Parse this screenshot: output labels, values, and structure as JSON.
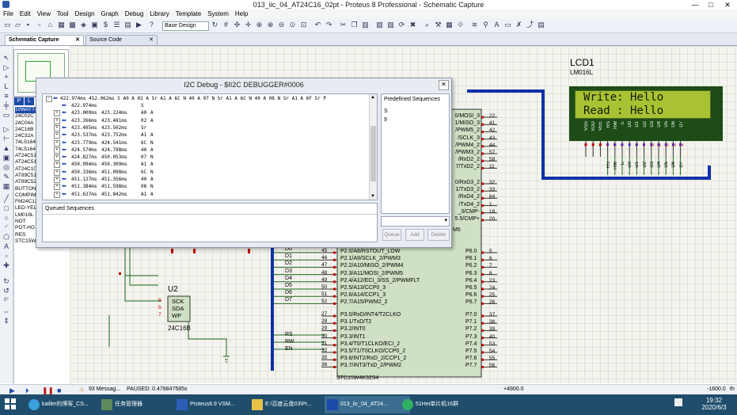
{
  "window": {
    "title": "013_iic_04_AT24C16_02pt - Proteus 8 Professional - Schematic Capture",
    "minimize": "—",
    "maximize": "□",
    "close": "✕"
  },
  "menu": [
    "File",
    "Edit",
    "View",
    "Tool",
    "Design",
    "Graph",
    "Debug",
    "Library",
    "Template",
    "System",
    "Help"
  ],
  "toolbar": {
    "design_combo": "Base Design"
  },
  "tabs": [
    {
      "label": "Schematic Capture",
      "active": true
    },
    {
      "label": "Source Code",
      "active": false
    }
  ],
  "device_panel": {
    "mode_p": "P",
    "mode_l": "L",
    "devices": [
      "10WATT4",
      "24C02C",
      "24C04A",
      "24C16B",
      "24C32A",
      "74LS164",
      "74LS164",
      "AT24C51",
      "AT24C51",
      "AT24C10",
      "AT89C51",
      "AT89C52",
      "BUTTON",
      "COMPIM",
      "FM24C12",
      "LED-YELL",
      "LM016L",
      "NOT",
      "POT-HG",
      "RES",
      "STC15W4"
    ],
    "selected_index": 0
  },
  "left_tool_label": "0°",
  "i2c_dialog": {
    "title": "I2C Debug - $II2C DEBUGGER#0006",
    "header_line": "422.974ms 452.062ms S A0 A 02 A Sr A1 A 6C N 40 A 07 N Sr A1 A 6C N 40 A 08 N Sr A1 A 6F Sr P",
    "rows": [
      {
        "t1": "422.974ms",
        "t2": "",
        "code": "S",
        "ack": ""
      },
      {
        "t1": "423.009ms",
        "t2": "423.224ms",
        "code": "A0",
        "ack": "A"
      },
      {
        "t1": "423.266ms",
        "t2": "423.481ms",
        "code": "02",
        "ack": "A"
      },
      {
        "t1": "423.495ms",
        "t2": "423.502ms",
        "code": "Sr",
        "ack": ""
      },
      {
        "t1": "423.537ms",
        "t2": "423.752ms",
        "code": "A1",
        "ack": "A"
      },
      {
        "t1": "423.779ms",
        "t2": "424.541ms",
        "code": "6C",
        "ack": "N"
      },
      {
        "t1": "424.570ms",
        "t2": "424.798ms",
        "code": "40",
        "ack": "A"
      },
      {
        "t1": "424.827ms",
        "t2": "450.053ms",
        "code": "07",
        "ack": "N"
      },
      {
        "t1": "450.094ms",
        "t2": "450.309ms",
        "code": "A1",
        "ack": "A"
      },
      {
        "t1": "450.336ms",
        "t2": "451.098ms",
        "code": "6C",
        "ack": "N"
      },
      {
        "t1": "451.127ms",
        "t2": "451.356ms",
        "code": "40",
        "ack": "A"
      },
      {
        "t1": "451.384ms",
        "t2": "451.598ms",
        "code": "08",
        "ack": "N"
      },
      {
        "t1": "451.627ms",
        "t2": "451.842ms",
        "code": "A1",
        "ack": "A"
      }
    ],
    "queued_label": "Queued Sequences",
    "predefined_label": "Predefined Sequences",
    "predefined_items": [
      "S",
      "9"
    ],
    "buttons": {
      "queue": "Queue",
      "add": "Add",
      "delete": "Delete"
    }
  },
  "lcd": {
    "ref": "LCD1",
    "part": "LM016L",
    "line1": "Write: Hello",
    "line2": "Read : Hello",
    "pins_top": [
      "VSS",
      "VDD",
      "VEE",
      "RS",
      "RW",
      "E",
      "D0",
      "D1",
      "D2",
      "D3",
      "D4",
      "D5",
      "D6",
      "D7"
    ],
    "pin_nums": [
      "1",
      "2",
      "3",
      "4",
      "5",
      "6",
      "7",
      "8",
      "9",
      "10",
      "11",
      "12",
      "13",
      "14"
    ]
  },
  "mcu": {
    "part_label": "STC15W4K32S4",
    "frag_m6": "M6",
    "right_labels_top": [
      "0/MOSI_3",
      "1/MISO_3",
      "/PWM5_2",
      "/SCLK_3",
      "/PWM4_2",
      "/PWM3_2",
      "/RxD2_2",
      "7/TxD2_2"
    ],
    "right_nums_top": [
      "22",
      "41",
      "42",
      "43",
      "44",
      "57",
      "58",
      "11"
    ],
    "right_labels_mid": [
      "0/RxD3_2",
      "1/TxD3_2",
      "/RxD4_2",
      "/TxD4_2",
      "_3/CMP-",
      "5.5/CMP+"
    ],
    "right_nums_mid": [
      "32",
      "33",
      "64",
      "1",
      "18",
      "20"
    ],
    "left_labels_p2": [
      "P2.0/A8/RSTOUT_LOW",
      "P2.1/A9/SCLK_2/PWM3",
      "P2.2/A10/MISO_2/PWM4",
      "P2.3/A11/MOSI_2/PWM5",
      "P2.4/A12/ECI_3/SS_2/PWMFLT",
      "P2.5/A13/CCP0_3",
      "P2.6/A14/CCP1_3",
      "P2.7/A15/PWM2_2"
    ],
    "left_nums_p2": [
      "45",
      "46",
      "47",
      "48",
      "49",
      "50",
      "51",
      "52"
    ],
    "nets_p2": [
      "D0",
      "D1",
      "D2",
      "D3",
      "D4",
      "D5",
      "D6",
      "D7"
    ],
    "left_labels_p3": [
      "P3.0/RxD/INT4/T2CLKO",
      "P3.1/TxD/T2",
      "P3.2/INT0",
      "P3.3/INT1",
      "P3.4/T0/T1CLKO/ECI_2",
      "P3.5/T1/T0CLKO/CCP0_2",
      "P3.6/INT2/RxD_2/CCP1_2",
      "P3.7/INT3/TxD_2/PWM2"
    ],
    "left_nums_p3": [
      "27",
      "28",
      "29",
      "30",
      "31",
      "32",
      "35",
      "36"
    ],
    "nets_p3": [
      "",
      "",
      "",
      "RS",
      "RW",
      "EN",
      "",
      ""
    ],
    "right_labels_p6": [
      "P6.0",
      "P6.1",
      "P6.2",
      "P6.3",
      "P6.4",
      "P6.5",
      "P6.6",
      "P6.7"
    ],
    "right_nums_p6": [
      "5",
      "6",
      "7",
      "8",
      "23",
      "24",
      "25",
      "26"
    ],
    "right_labels_p7": [
      "P7.0",
      "P7.1",
      "P7.2",
      "P7.3",
      "P7.4",
      "P7.5",
      "P7.6",
      "P7.7"
    ],
    "right_nums_p7": [
      "37",
      "38",
      "39",
      "40",
      "53",
      "54",
      "55",
      "56"
    ]
  },
  "eeprom": {
    "ref": "U2",
    "part": "24C16B",
    "pins": [
      "SCK",
      "SDA",
      "WP"
    ],
    "pin_nums": [
      "6",
      "5",
      "7"
    ]
  },
  "status": {
    "messages": "93 Messag...",
    "paused": "PAUSED: 0.478847585s",
    "coord_x": "+4900.0",
    "coord_y": "-1600.0",
    "coord_z": "th"
  },
  "taskbar": {
    "items": [
      "kailler的博客_CS...",
      "任务管理器",
      "Proteus8.9 VSM...",
      "E:\\百度云盘03\\Pr...",
      "013_iic_04_AT24...",
      "51Hei单片机16群"
    ],
    "time": "19:32",
    "date": "2020/6/3"
  },
  "colors": {
    "wire_blue": "#1030a8",
    "pin_red": "#c00000",
    "lcd_bezel": "#1d4c17",
    "lcd_screen": "#a8c233",
    "chip_fill": "#cfe0c4"
  }
}
